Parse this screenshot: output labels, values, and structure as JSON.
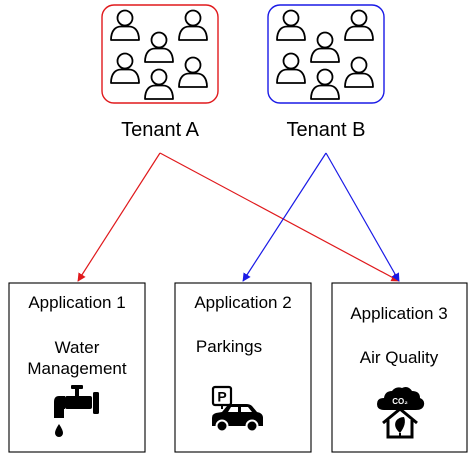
{
  "tenants": [
    {
      "label": "Tenant A",
      "border_color": "#e0191c"
    },
    {
      "label": "Tenant B",
      "border_color": "#1a1ae6"
    }
  ],
  "applications": [
    {
      "title": "Application 1",
      "line1": "Water",
      "line2": "Management",
      "icon": "water-tap-icon"
    },
    {
      "title": "Application 2",
      "line1": "Parkings",
      "icon": "parking-car-icon",
      "sign_letter": "P"
    },
    {
      "title": "Application 3",
      "line1": "Air Quality",
      "icon": "co2-house-leaf-icon",
      "cloud_text": "CO₂"
    }
  ],
  "connections": [
    {
      "from": "Tenant A",
      "to": "Application 1",
      "color": "#e0191c"
    },
    {
      "from": "Tenant A",
      "to": "Application 3",
      "color": "#e0191c"
    },
    {
      "from": "Tenant B",
      "to": "Application 2",
      "color": "#1a1ae6"
    },
    {
      "from": "Tenant B",
      "to": "Application 3",
      "color": "#1a1ae6"
    }
  ],
  "colors": {
    "tenant_a": "#e0191c",
    "tenant_b": "#1a1ae6",
    "box_border": "#000000"
  }
}
